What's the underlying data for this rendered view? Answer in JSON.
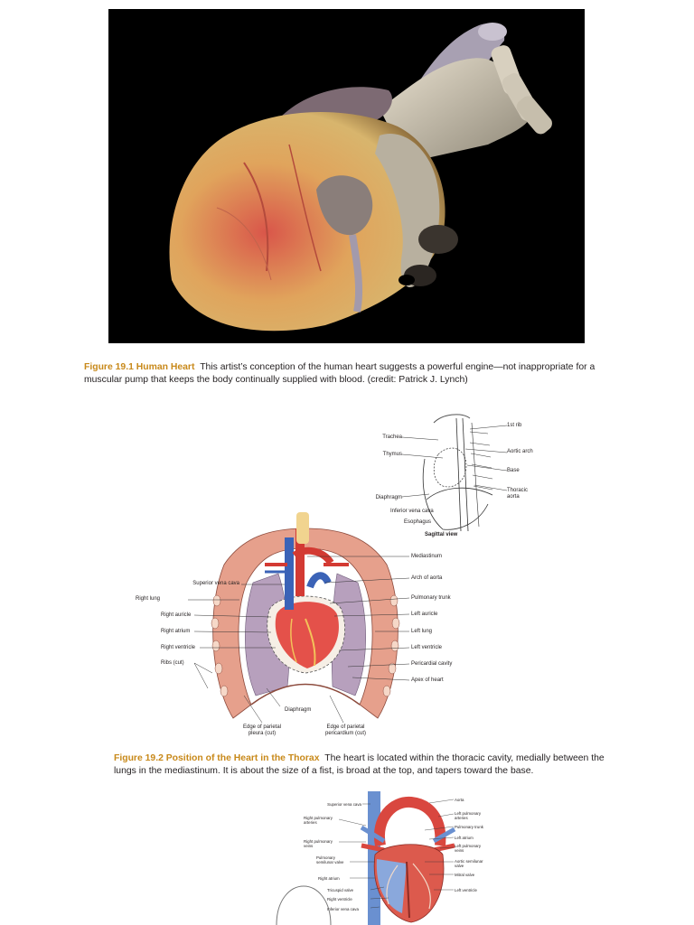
{
  "figure1": {
    "label": "Figure 19.1 Human Heart",
    "text": "This artist’s conception of the human heart suggests a powerful engine—not inappropriate for a muscular pump that keeps the body continually supplied with blood. (credit: Patrick J. Lynch)"
  },
  "sagittal": {
    "labels": {
      "trachea": "Trachea",
      "thymus": "Thymus",
      "diaphragm": "Diaphragm",
      "ivc": "Inferior vena cava",
      "esophagus": "Esophagus",
      "first_rib": "1st rib",
      "aortic_arch": "Aortic arch",
      "base": "Base",
      "thoracic_aorta": "Thoracic aorta",
      "view": "Sagittal view"
    }
  },
  "thorax": {
    "left_labels": {
      "svc": "Superior vena cava",
      "right_lung": "Right lung",
      "right_auricle": "Right auricle",
      "right_atrium": "Right atrium",
      "right_ventricle": "Right ventricle",
      "ribs": "Ribs (cut)"
    },
    "right_labels": {
      "mediastinum": "Mediastinum",
      "arch_aorta": "Arch of aorta",
      "pulmonary_trunk": "Pulmonary trunk",
      "left_auricle": "Left auricle",
      "left_lung": "Left lung",
      "left_ventricle": "Left ventricle",
      "pericardial_cavity": "Pericardial cavity",
      "apex": "Apex of heart"
    },
    "bottom_labels": {
      "diaphragm": "Diaphragm",
      "edge_pleura": "Edge of parietal pleura (cut)",
      "edge_pericardium": "Edge of parietal pericardium (cut)"
    }
  },
  "figure2": {
    "label": "Figure 19.2 Position of the Heart in the Thorax",
    "text": "The heart is located within the thoracic cavity, medially between the lungs in the mediastinum. It is about the size of a fist, is broad at the top, and tapers toward the base."
  },
  "anatomy": {
    "left_labels": {
      "svc": "Superior vena cava",
      "right_pulm_arteries": "Right pulmonary arteries",
      "right_pulm_veins": "Right pulmonary veins",
      "pulm_semilunar": "Pulmonary semilunar valve",
      "right_atrium": "Right atrium",
      "tricuspid": "Tricuspid valve",
      "right_ventricle": "Right ventricle",
      "ivc": "Inferior vena cava"
    },
    "right_labels": {
      "aorta": "Aorta",
      "left_pulm_arteries": "Left pulmonary arteries",
      "pulm_trunk": "Pulmonary trunk",
      "left_atrium": "Left atrium",
      "left_pulm_veins": "Left pulmonary veins",
      "aortic_semilunar": "Aortic semilunar valve",
      "mitral": "Mitral valve",
      "left_ventricle": "Left ventricle"
    }
  }
}
